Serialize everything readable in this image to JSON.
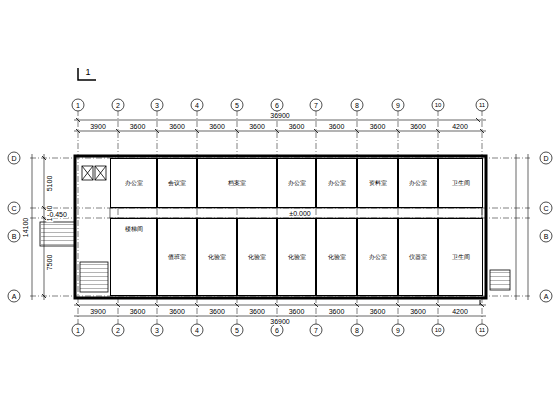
{
  "diagram": {
    "nodes": [
      {
        "text": [
          "办公室"
        ]
      },
      {
        "text": [
          "会议室"
        ]
      },
      {
        "text": [
          "档案室"
        ]
      },
      {
        "text": [
          "办公室"
        ]
      },
      {
        "text": [
          "办公室"
        ]
      },
      {
        "text": [
          "资料室"
        ]
      },
      {
        "text": [
          "办公室"
        ]
      },
      {
        "text": [
          "卫生间"
        ]
      },
      {
        "text": [
          "楼梯间"
        ]
      },
      {
        "text": [
          "值班室"
        ]
      },
      {
        "text": [
          "化验室"
        ]
      },
      {
        "text": [
          "化验室"
        ]
      },
      {
        "text": [
          "化验室"
        ]
      },
      {
        "text": [
          "化验室"
        ]
      },
      {
        "text": [
          "办公室"
        ]
      },
      {
        "text": [
          "仪器室"
        ]
      },
      {
        "text": [
          "卫生间"
        ]
      }
    ],
    "labels": [
      "1",
      "1",
      "2",
      "3",
      "4",
      "5",
      "6",
      "7",
      "8",
      "9",
      "10",
      "11",
      "1",
      "2",
      "3",
      "4",
      "5",
      "6",
      "7",
      "8",
      "9",
      "10",
      "11",
      "D",
      "C",
      "B",
      "A",
      "D",
      "C",
      "B",
      "A",
      "3900",
      "3600",
      "3600",
      "3600",
      "3600",
      "3600",
      "3600",
      "3600",
      "3600",
      "4200",
      "36900",
      "3900",
      "3600",
      "3600",
      "3600",
      "3600",
      "3600",
      "3600",
      "3600",
      "3600",
      "4200",
      "36900",
      "5100",
      "1500",
      "7500",
      "14100",
      "±0.000",
      "-0.450"
    ]
  }
}
